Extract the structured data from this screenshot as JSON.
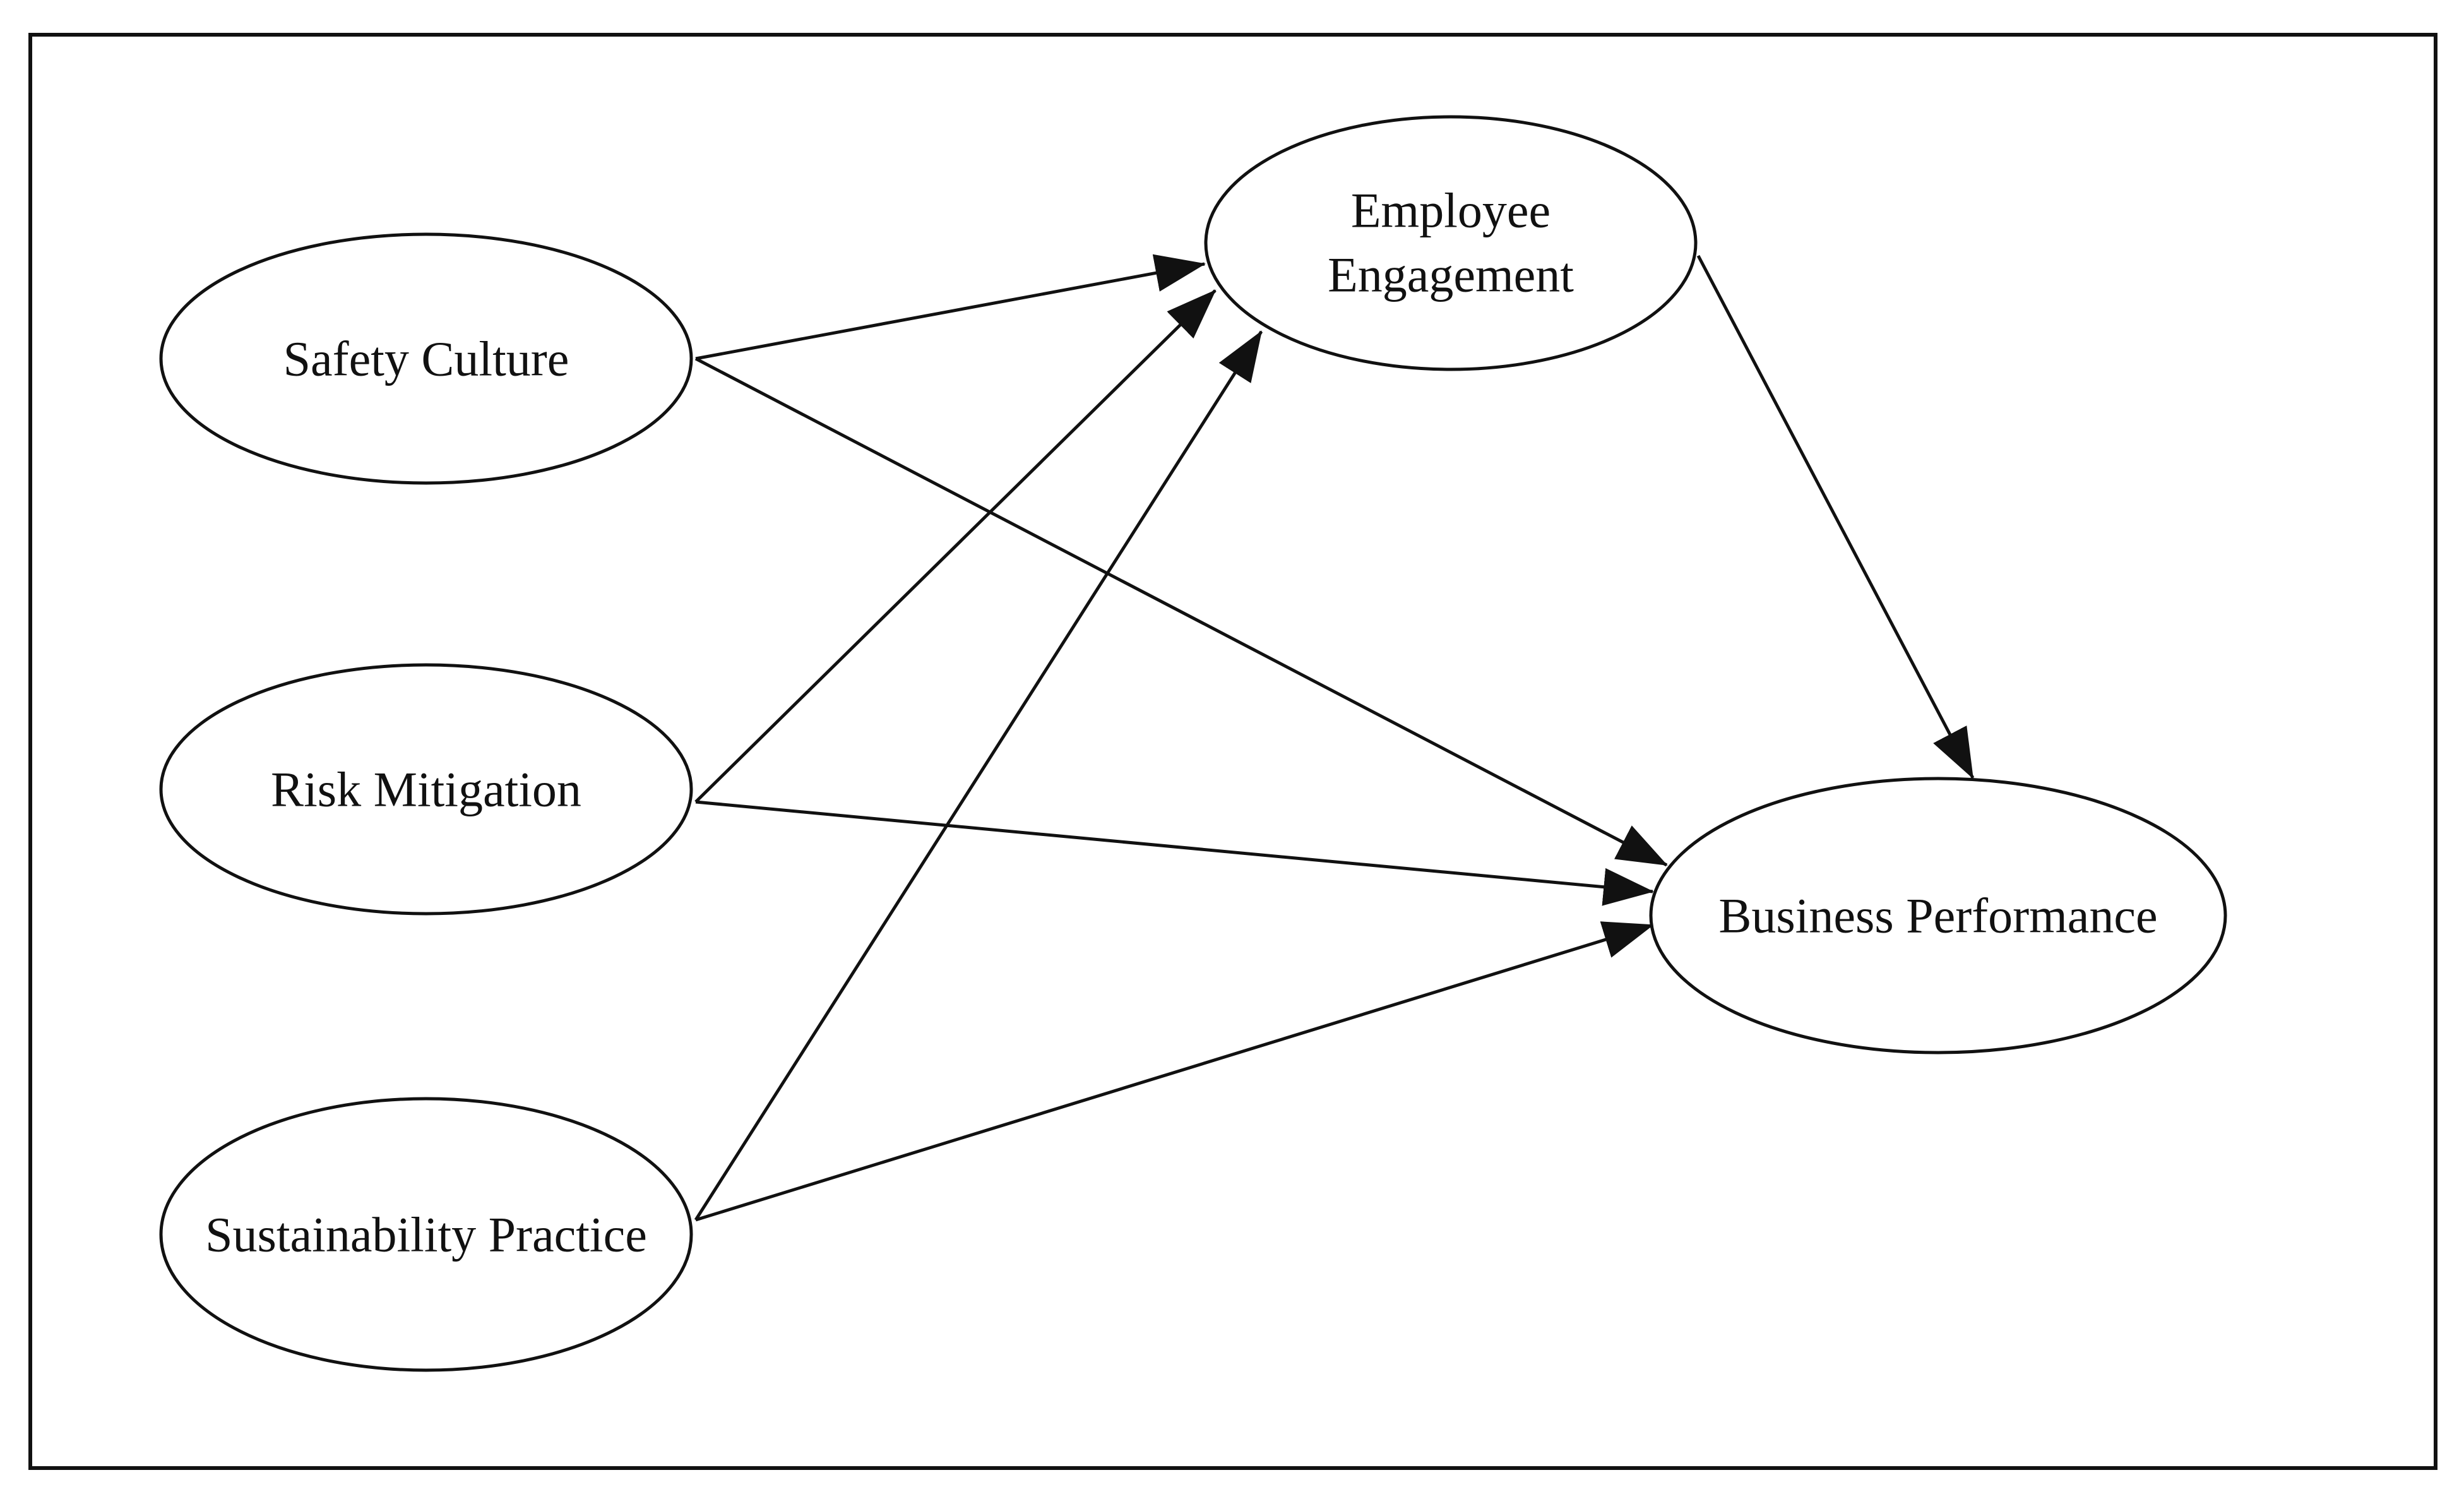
{
  "nodes": {
    "safety_culture": {
      "label": "Safety Culture"
    },
    "risk_mitigation": {
      "label": "Risk Mitigation"
    },
    "sustainability_practice": {
      "label": "Sustainability Practice"
    },
    "employee_engagement": {
      "label_line1": "Employee",
      "label_line2": "Engagement"
    },
    "business_performance": {
      "label": "Business Performance"
    }
  },
  "edges": [
    {
      "from": "Safety Culture",
      "to": "Employee Engagement"
    },
    {
      "from": "Safety Culture",
      "to": "Business Performance"
    },
    {
      "from": "Risk Mitigation",
      "to": "Employee Engagement"
    },
    {
      "from": "Risk Mitigation",
      "to": "Business Performance"
    },
    {
      "from": "Sustainability Practice",
      "to": "Employee Engagement"
    },
    {
      "from": "Sustainability Practice",
      "to": "Business Performance"
    },
    {
      "from": "Employee Engagement",
      "to": "Business Performance"
    }
  ],
  "colors": {
    "stroke": "#111111",
    "background": "#ffffff"
  }
}
